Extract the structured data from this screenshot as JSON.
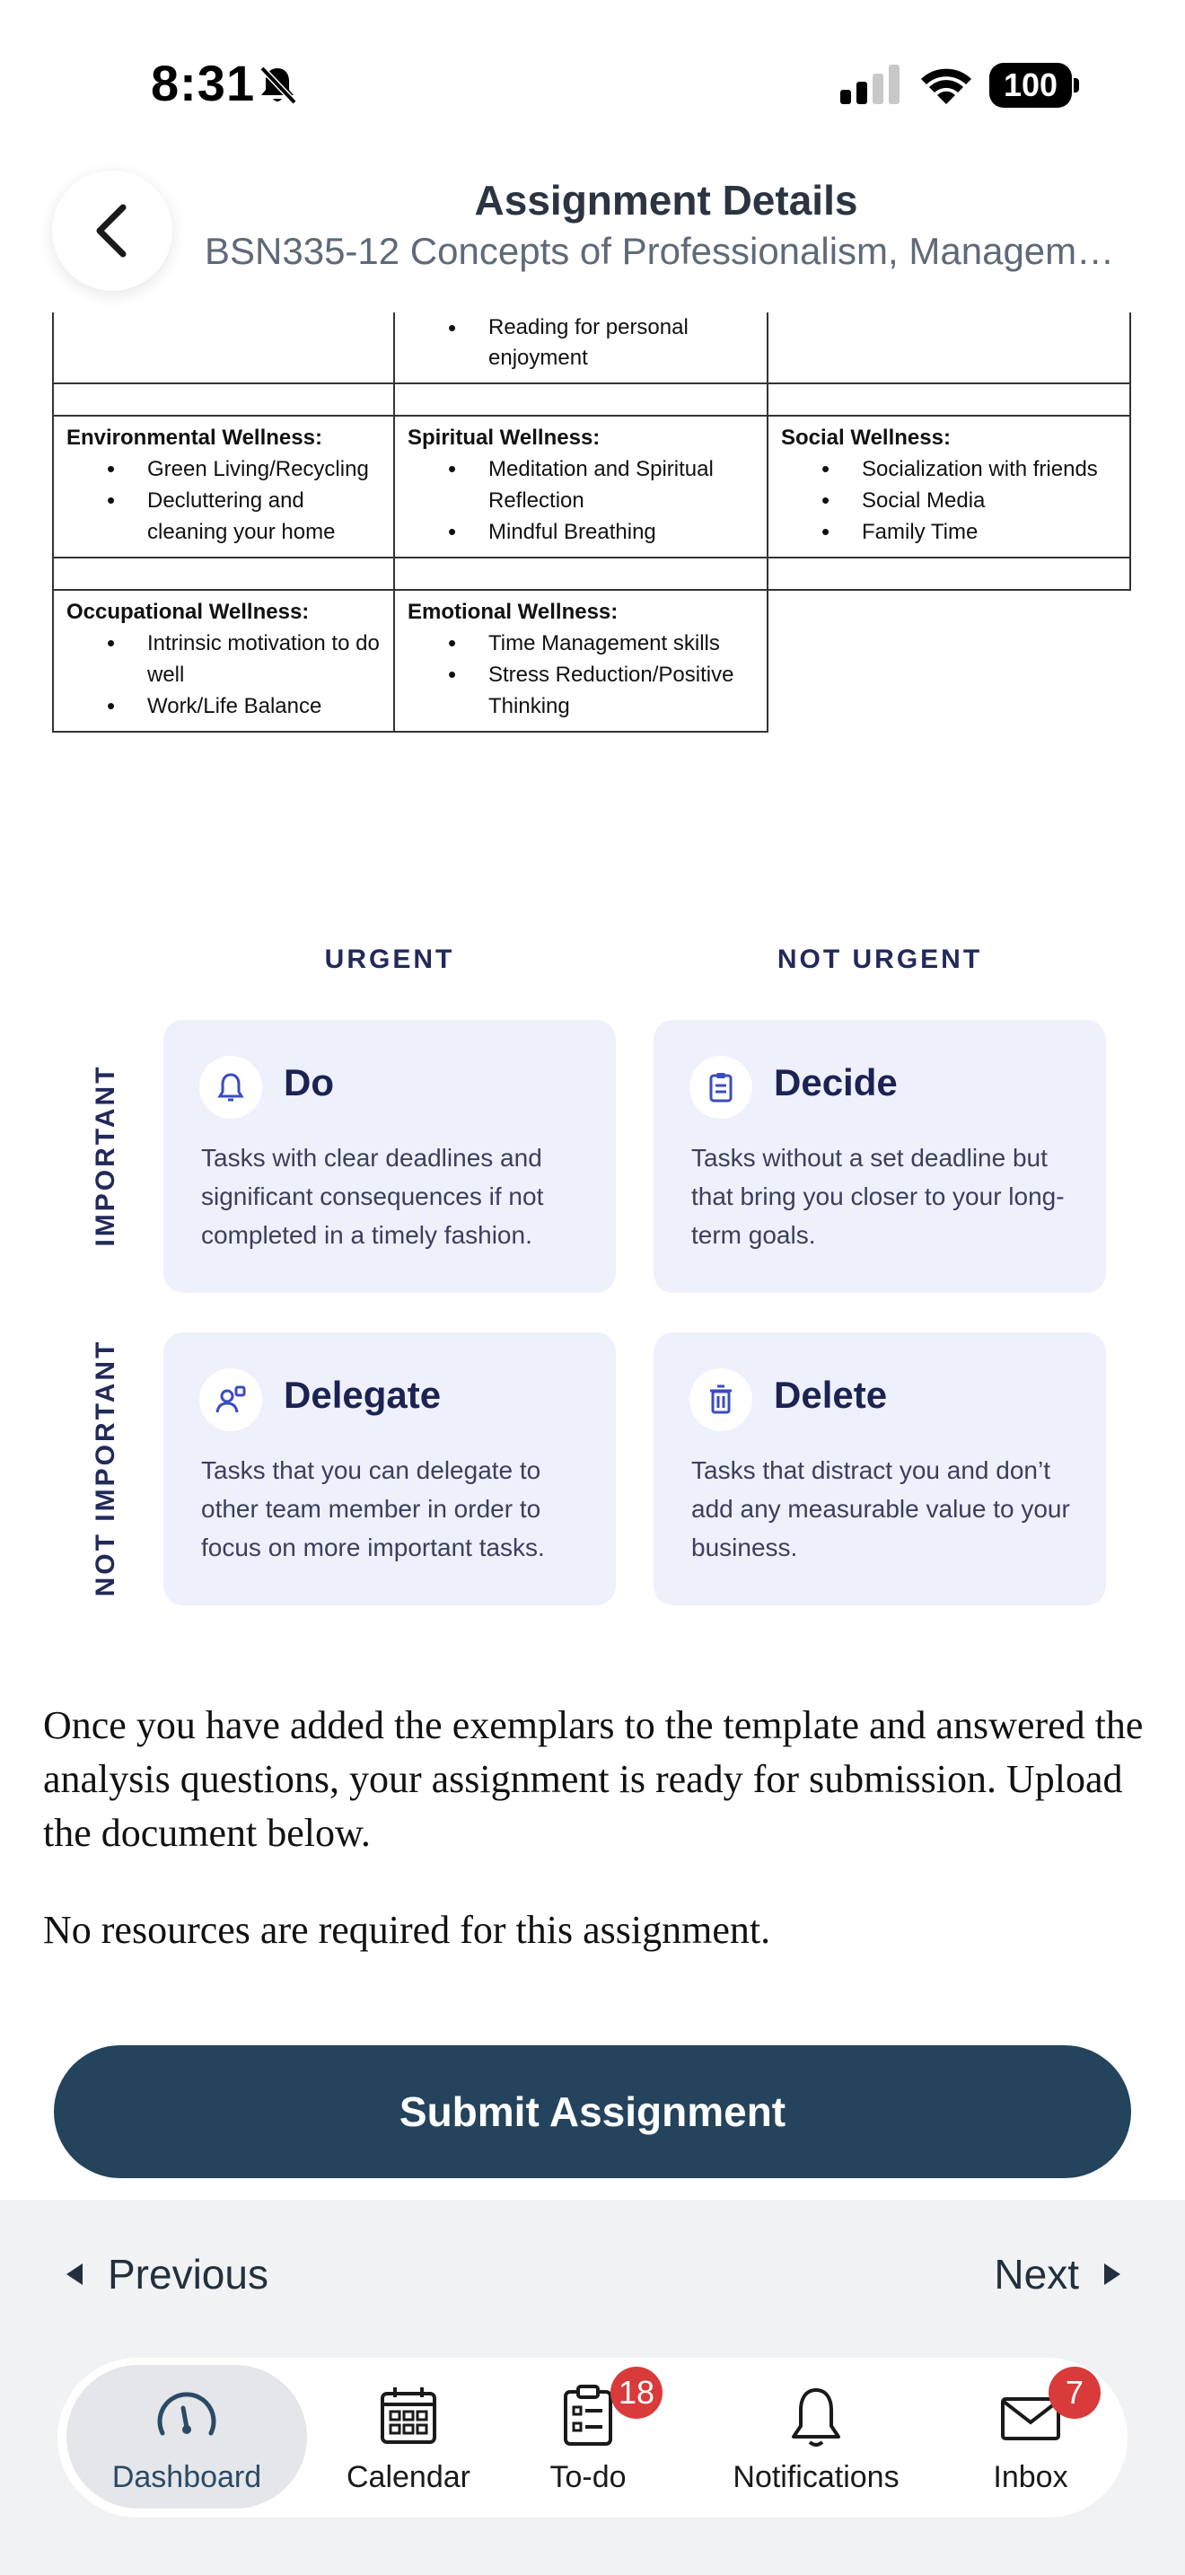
{
  "status_bar": {
    "time": "8:31",
    "battery": "100"
  },
  "header": {
    "title": "Assignment Details",
    "subtitle": "BSN335-12 Concepts of Professionalism, Managemen…"
  },
  "doc_table": {
    "top_fragment": "Reading for personal enjoyment",
    "rows": [
      [
        {
          "heading": "Environmental Wellness:",
          "items": [
            "Green Living/Recycling",
            "Decluttering and cleaning your home"
          ]
        },
        {
          "heading": "Spiritual Wellness:",
          "items": [
            "Meditation and Spiritual Reflection",
            "Mindful Breathing"
          ]
        },
        {
          "heading": "Social Wellness:",
          "items": [
            "Socialization with friends",
            "Social Media",
            "Family Time"
          ]
        }
      ],
      [
        {
          "heading": "Occupational Wellness:",
          "items": [
            "Intrinsic motivation to do well",
            "Work/Life Balance"
          ]
        },
        {
          "heading": "Emotional Wellness:",
          "items": [
            "Time Management skills",
            "Stress Reduction/Positive Thinking"
          ]
        }
      ]
    ]
  },
  "matrix": {
    "col_labels": [
      "URGENT",
      "NOT URGENT"
    ],
    "row_labels": [
      "IMPORTANT",
      "NOT IMPORTANT"
    ],
    "cards": [
      {
        "title": "Do",
        "icon": "bell-icon",
        "desc": "Tasks with clear deadlines and significant consequences if not completed in a timely fashion."
      },
      {
        "title": "Decide",
        "icon": "clipboard-icon",
        "desc": "Tasks without a set deadline but that bring you closer to your long-term goals."
      },
      {
        "title": "Delegate",
        "icon": "user-share-icon",
        "desc": "Tasks that you can delegate to other team member in order to focus on more important tasks."
      },
      {
        "title": "Delete",
        "icon": "trash-icon",
        "desc": "Tasks that distract you and don’t add any measurable value to your business."
      }
    ]
  },
  "body": {
    "paragraph1": "Once you have added the exemplars to the template and answered the analysis questions, your assignment is ready for submission. Upload the document below.",
    "paragraph2": "No resources are required for this assignment."
  },
  "submit_label": "Submit Assignment",
  "pager": {
    "prev_label": "Previous",
    "next_label": "Next"
  },
  "tabs": [
    {
      "label": "Dashboard",
      "icon": "gauge-icon",
      "active": true
    },
    {
      "label": "Calendar",
      "icon": "calendar-icon"
    },
    {
      "label": "To-do",
      "icon": "todo-clipboard-icon",
      "badge": "18"
    },
    {
      "label": "Notifications",
      "icon": "bell-icon"
    },
    {
      "label": "Inbox",
      "icon": "envelope-icon",
      "badge": "7"
    }
  ],
  "colors": {
    "primary": "#24435c",
    "card_bg": "#eef0fc",
    "matrix_text": "#222a5a",
    "badge": "#d93a3a"
  }
}
